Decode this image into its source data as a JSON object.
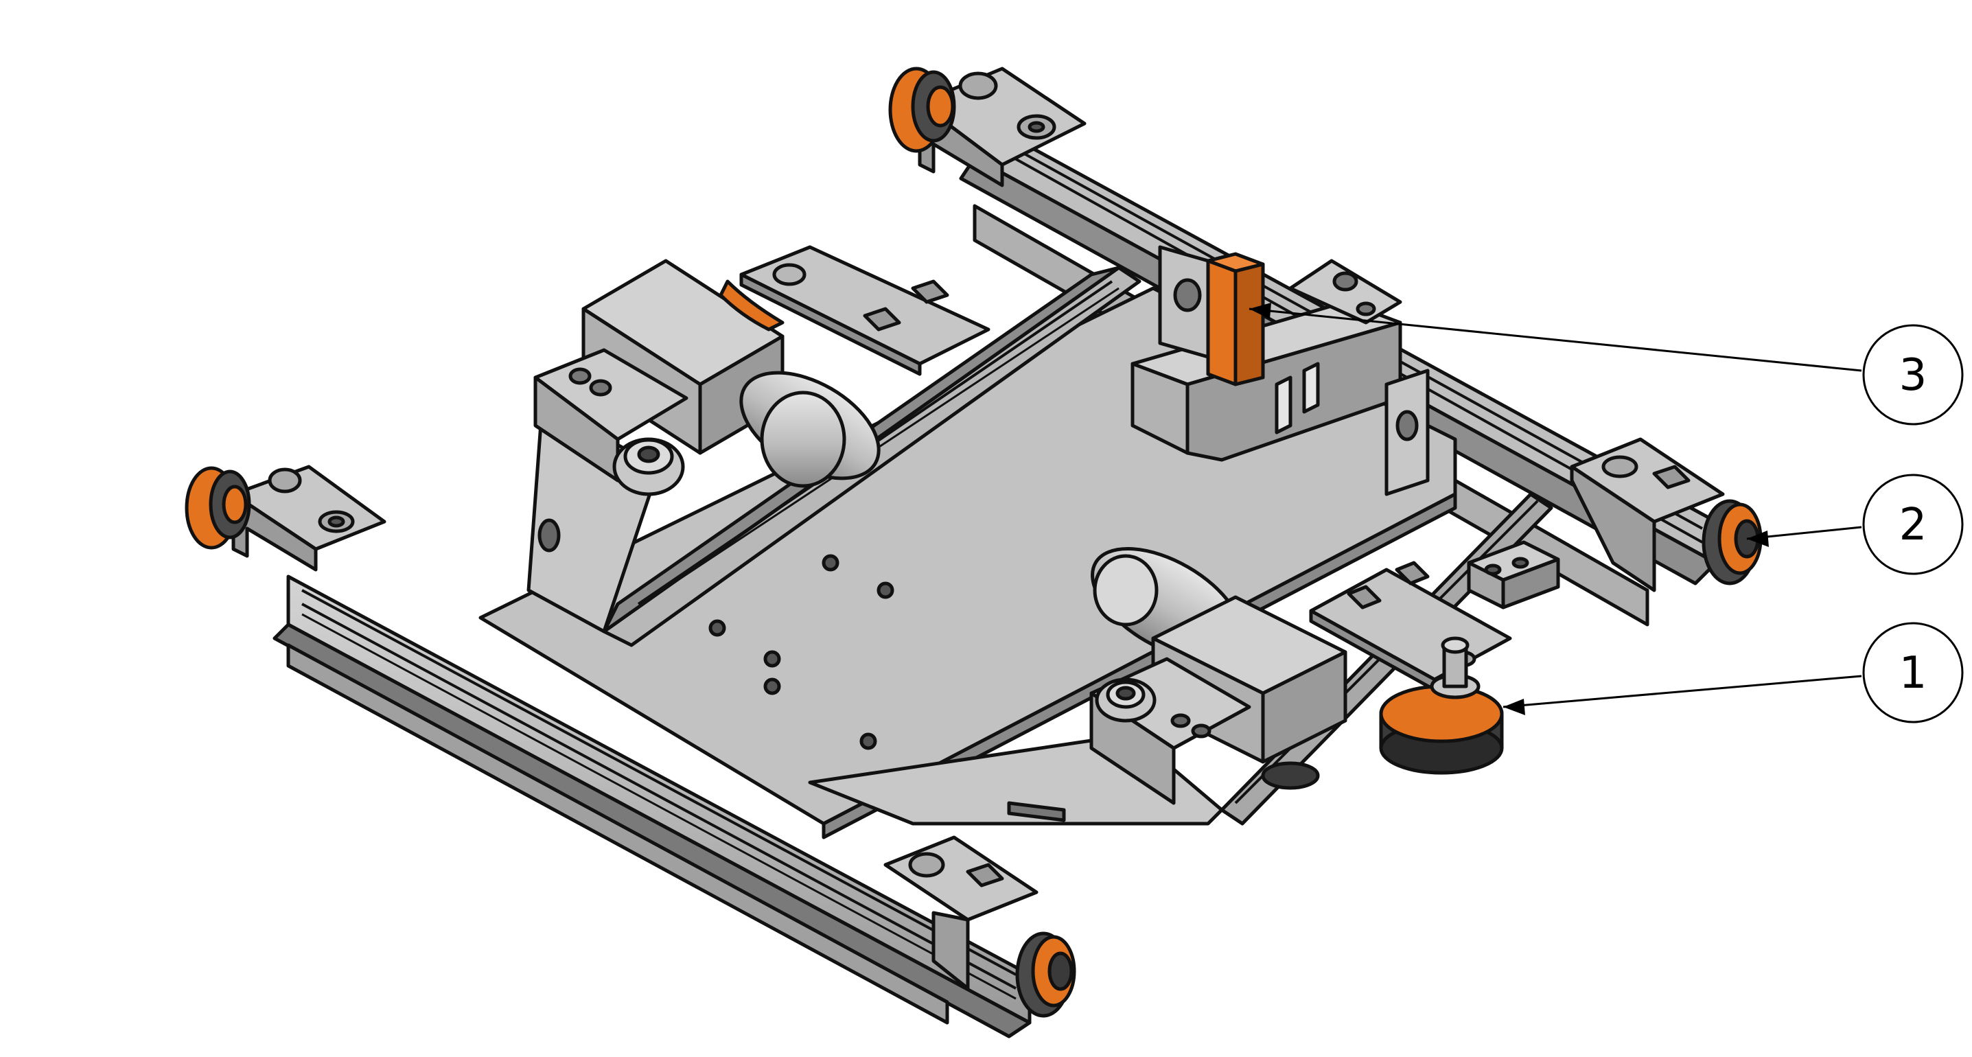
{
  "colors": {
    "background": "#ffffff",
    "metal_light": "#c8c8c8",
    "metal_mid": "#b4b4b4",
    "metal_dark": "#8e8e8e",
    "metal_shadow": "#6e6e6e",
    "accent_orange": "#e3731f",
    "outline": "#111111"
  },
  "callouts": [
    {
      "number": "1",
      "target": "leveling-foot"
    },
    {
      "number": "2",
      "target": "caster-wheel"
    },
    {
      "number": "3",
      "target": "orange-locating-pin"
    }
  ]
}
